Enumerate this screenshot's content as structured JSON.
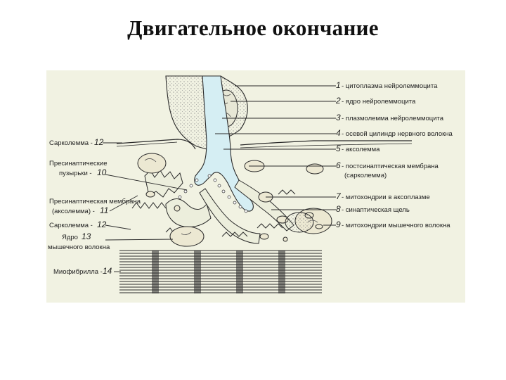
{
  "title": "Двигательное окончание",
  "labels_right": [
    {
      "num": "1",
      "text": "- цитоплазма нейролеммоцита"
    },
    {
      "num": "2",
      "text": "- ядро нейролеммоцита"
    },
    {
      "num": "3",
      "text": "- плазмолемма нейролеммоцита"
    },
    {
      "num": "4",
      "text": "- осевой цилиндр нервного волокна"
    },
    {
      "num": "5",
      "text": "- аксолемма"
    },
    {
      "num": "6",
      "text": "- постсинаптическая мембрана"
    },
    {
      "num": "7",
      "text": "- митохондрии в аксоплазме"
    },
    {
      "num": "8",
      "text": "- синаптическая щель"
    },
    {
      "num": "9",
      "text": "- митохондрии мышечного волокна"
    }
  ],
  "label_6_extra": "(сарколемма)",
  "labels_left": [
    {
      "text": "Сарколемма -",
      "num": "12"
    },
    {
      "text": "Пресинаптические",
      "text2": "пузырьки -",
      "num": "10"
    },
    {
      "text": "Пресинаптическая мембрана",
      "text2": "(аксолемма) -",
      "num": "11"
    },
    {
      "text": "Сарколемма -",
      "num": "12"
    },
    {
      "text": "Ядро",
      "text2": "мышечного волокна",
      "num": "13"
    },
    {
      "text": "Миофибрилла -",
      "num": "14"
    }
  ],
  "colors": {
    "background": "#f1f2e2",
    "axon": "#d5eef3",
    "line": "#2a2a2a"
  }
}
